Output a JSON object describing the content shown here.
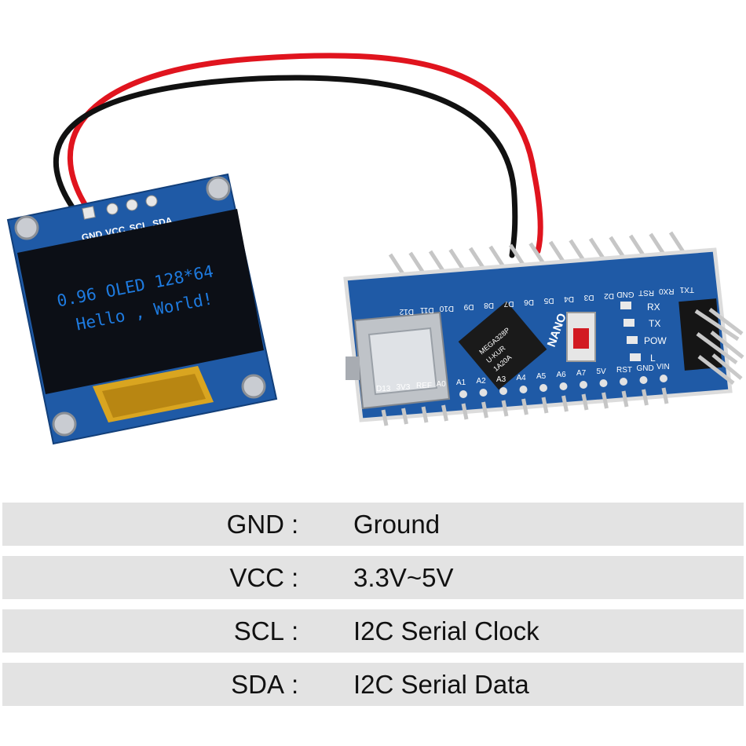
{
  "oled": {
    "pin_labels": [
      "GND",
      "VCC",
      "SCL",
      "SDA"
    ],
    "line1": "0.96 OLED 128*64",
    "line2": "Hello , World!"
  },
  "nano": {
    "top_labels": [
      "TX1",
      "RX0",
      "RST",
      "GND",
      "D2",
      "D3",
      "D4",
      "D5",
      "D6",
      "D7",
      "D8",
      "D9",
      "D10",
      "D11",
      "D12"
    ],
    "bottom_labels": [
      "D13",
      "3V3",
      "REF",
      "A0",
      "A1",
      "A2",
      "A3",
      "A4",
      "A5",
      "A6",
      "A7",
      "5V",
      "RST",
      "GND",
      "VIN"
    ],
    "led_labels": [
      "RX",
      "TX",
      "POW",
      "L"
    ],
    "brand": "NANO",
    "chip_text": [
      "MEGA328P",
      "U-KUR",
      "1A20A"
    ]
  },
  "colors": {
    "pcb_blue": "#1f5aa6",
    "oled_text": "#1e7be0",
    "wire_red": "#e0141e",
    "wire_black": "#111111"
  },
  "pins": [
    {
      "name": "GND",
      "colon": ":",
      "desc": "Ground"
    },
    {
      "name": "VCC",
      "colon": ":",
      "desc": "3.3V~5V"
    },
    {
      "name": "SCL",
      "colon": ":",
      "desc": "I2C Serial Clock"
    },
    {
      "name": "SDA",
      "colon": ":",
      "desc": "I2C Serial Data"
    }
  ]
}
